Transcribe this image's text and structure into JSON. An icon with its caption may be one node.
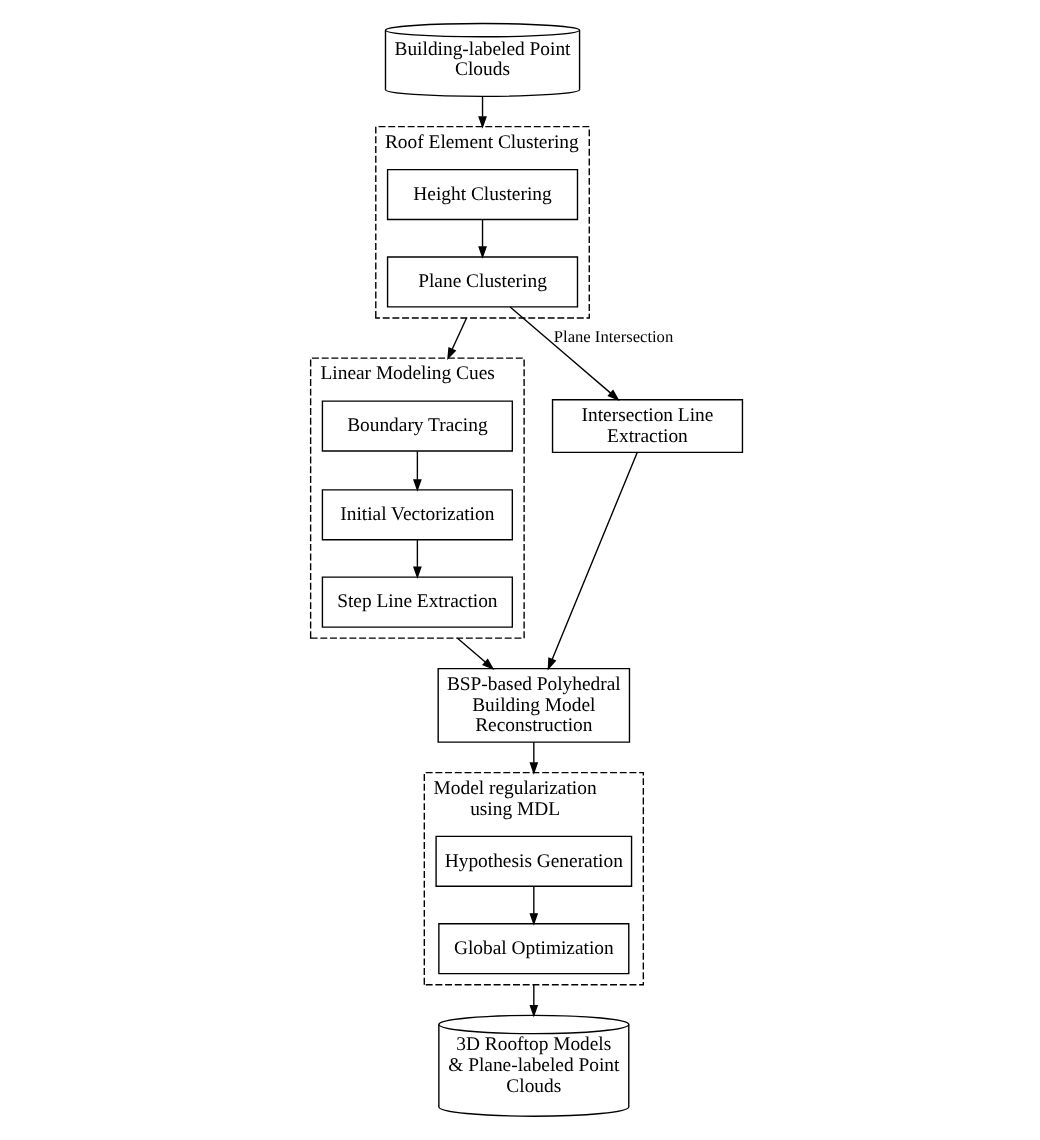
{
  "diagram": {
    "nodes": [
      {
        "text": [
          "Building-labeled Point Clouds"
        ]
      },
      {
        "text": [
          "Roof Element Clustering"
        ]
      },
      {
        "text": [
          "Height Clustering"
        ],
        "in": 1
      },
      {
        "text": [
          "Plane Clustering"
        ],
        "in": 1
      },
      {
        "text": [
          "Linear Modeling Cues"
        ]
      },
      {
        "text": [
          "Boundary Tracing"
        ],
        "in": 4
      },
      {
        "text": [
          "Initial Vectorization"
        ],
        "in": 4
      },
      {
        "text": [
          "Step Line Extraction"
        ],
        "in": 4
      },
      {
        "text": [
          "Intersection Line Extraction"
        ]
      },
      {
        "text": [
          "BSP-based Polyhedral Building Model Reconstruction"
        ]
      },
      {
        "text": [
          "Model regularization using MDL"
        ]
      },
      {
        "text": [
          "Hypothesis Generation"
        ],
        "in": 10
      },
      {
        "text": [
          "Global Optimization"
        ],
        "in": 10
      },
      {
        "text": [
          "3D Rooftop Models & Plane-labeled Point Clouds"
        ]
      }
    ],
    "edges": [
      {
        "from": 0,
        "to": 1,
        "arrow": "to"
      },
      {
        "from": 2,
        "to": 3,
        "arrow": "to"
      },
      {
        "from": 1,
        "to": 4,
        "arrow": "to"
      },
      {
        "from": 5,
        "to": 6,
        "arrow": "to"
      },
      {
        "from": 6,
        "to": 7,
        "arrow": "to"
      },
      {
        "from": 3,
        "to": 8,
        "arrow": "to",
        "label": "Plane Intersection"
      },
      {
        "from": 4,
        "to": 9,
        "arrow": "to"
      },
      {
        "from": 8,
        "to": 9,
        "arrow": "to"
      },
      {
        "from": 9,
        "to": 10,
        "arrow": "to"
      },
      {
        "from": 11,
        "to": 12,
        "arrow": "to"
      },
      {
        "from": 10,
        "to": 13,
        "arrow": "to"
      }
    ]
  }
}
